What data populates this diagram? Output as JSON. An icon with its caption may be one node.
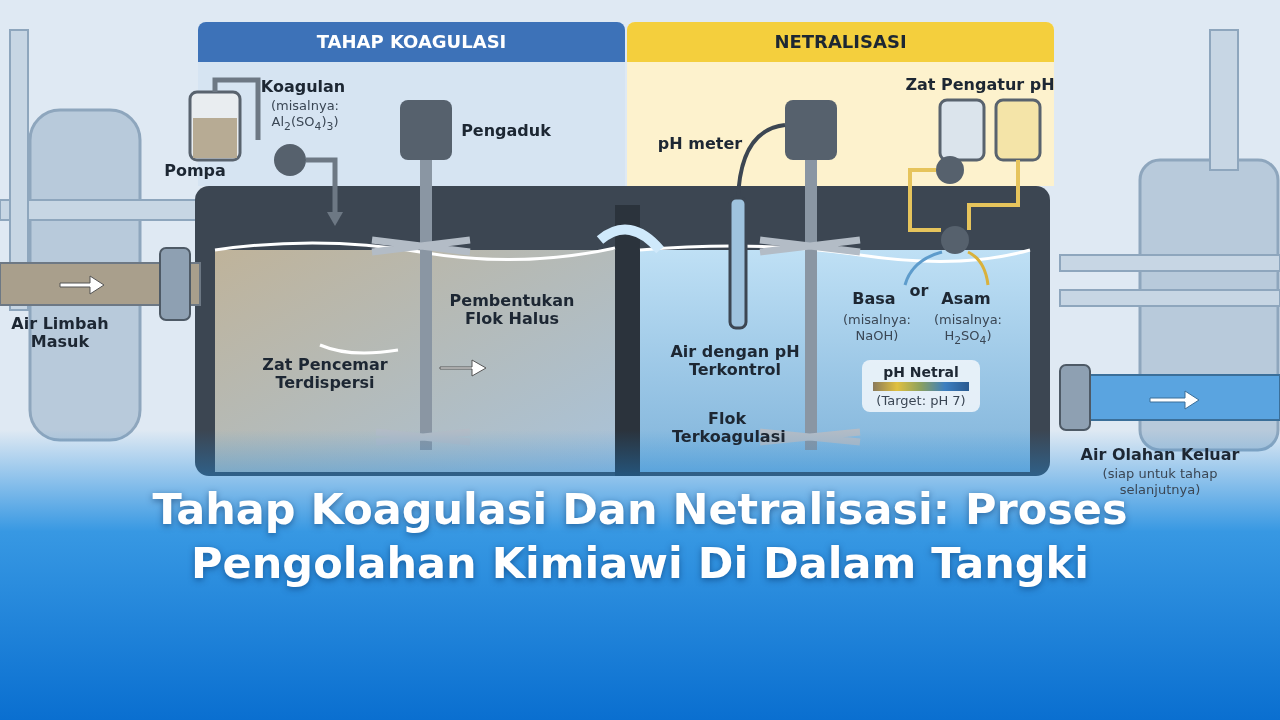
{
  "diagram": {
    "title": "Tahap Koagulasi Dan Netralisasi: Proses Pengolahan Kimiawi Di Dalam Tangki",
    "nodes": [
      {
        "text": [
          "TAHAP KOAGULASI"
        ]
      },
      {
        "text": [
          "NETRALISASI"
        ]
      },
      {
        "text": [
          "pH Netral",
          "(Target: pH 7)"
        ]
      }
    ],
    "labels": [
      "Koagulan",
      "(misalnya: Al$_{2}$(SO$_{4}$)$_{3}$)",
      "Pompa",
      "Pengaduk",
      "pH meter",
      "Zat Pengatur pH",
      "Air Limbah Masuk",
      "Pembentukan Flok Halus",
      "Zat Pencemar Terdispersi",
      "Basa",
      "or",
      "Asam",
      "(misalnya: NaOH)",
      "(misalnya: H$_{2}$SO$_{4}$)",
      "Air dengan pH Terkontrol",
      "Flok Terkoagulasi",
      "Air Olahan Keluar",
      "(siap untuk tahap selanjutnya)"
    ]
  }
}
